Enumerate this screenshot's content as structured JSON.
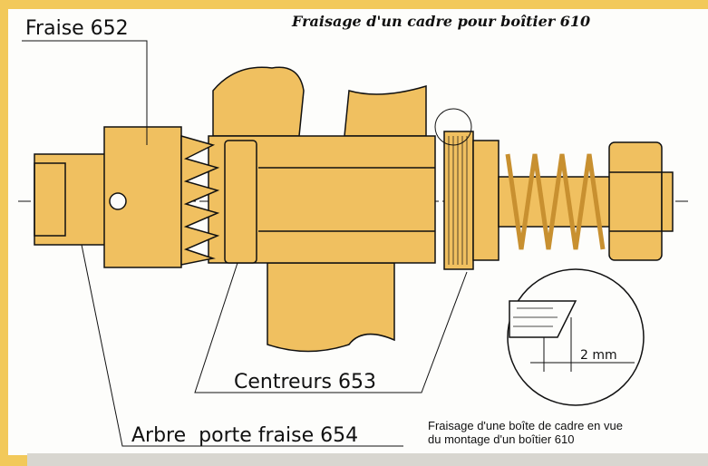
{
  "title": "Fraisage d'un cadre pour boîtier 610",
  "labels": {
    "fraise": "Fraise 652",
    "centreurs": "Centreurs 653",
    "arbre": "Arbre  porte fraise 654"
  },
  "detail": {
    "dimension": "2 mm"
  },
  "caption": {
    "line1": "Fraisage d'une boîte de cadre en vue",
    "line2": "du montage d'un boîtier 610"
  },
  "colors": {
    "part": "#f0c060",
    "border": "#f2c95a",
    "line": "#111111"
  }
}
